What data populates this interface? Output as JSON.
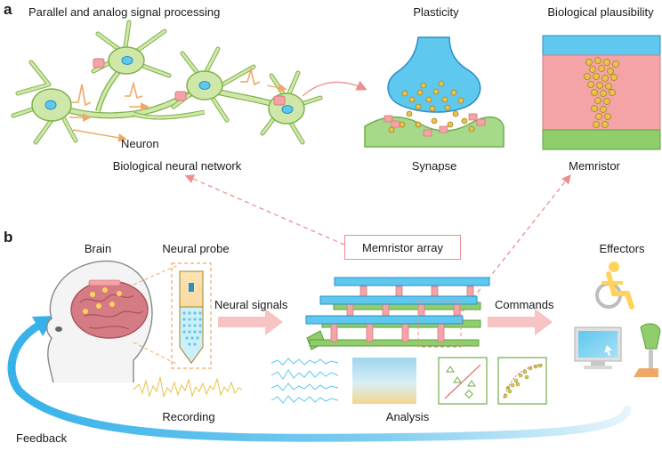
{
  "panels": {
    "a": "a",
    "b": "b"
  },
  "labels": {
    "parallel": "Parallel and analog signal processing",
    "plasticity": "Plasticity",
    "plausibility": "Biological plausibility",
    "neuron": "Neuron",
    "bnn": "Biological neural network",
    "synapse": "Synapse",
    "memristor": "Memristor",
    "brain": "Brain",
    "probe": "Neural probe",
    "array": "Memristor array",
    "effectors": "Effectors",
    "signals": "Neural signals",
    "commands": "Commands",
    "recording": "Recording",
    "analysis": "Analysis",
    "feedback": "Feedback"
  },
  "colors": {
    "neuron_fill": "#cfe7a8",
    "neuron_stroke": "#7fb24a",
    "synapse_blue": "#5ec8ef",
    "vesicle": "#e8c24a",
    "memristor_red": "#f4a3a6",
    "memristor_green": "#8fce6b",
    "arrow_pink": "#f4b5b5",
    "feedback_blue": "#3fb6ea"
  }
}
